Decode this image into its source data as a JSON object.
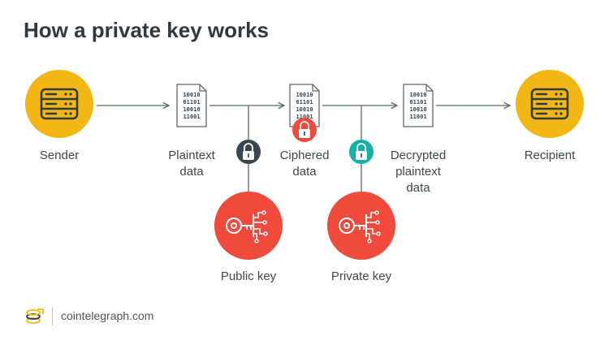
{
  "title": "How a private key works",
  "nodes": {
    "sender": "Sender",
    "plaintext": "Plaintext\ndata",
    "ciphered": "Ciphered\ndata",
    "decrypted": "Decrypted\nplaintext\ndata",
    "recipient": "Recipient",
    "public_key": "Public key",
    "private_key": "Private key"
  },
  "file_glyph_lines": [
    "10010",
    "01101",
    "10010",
    "11001"
  ],
  "colors": {
    "server_yellow": "#f2b714",
    "key_red": "#ef4a3c",
    "lock_dark": "#37474f",
    "lock_teal": "#14b2a4",
    "lock_red": "#ef4a3c",
    "line": "#5b6a72",
    "title": "#2f3a40"
  },
  "footer": {
    "brand": "cointelegraph.com"
  }
}
